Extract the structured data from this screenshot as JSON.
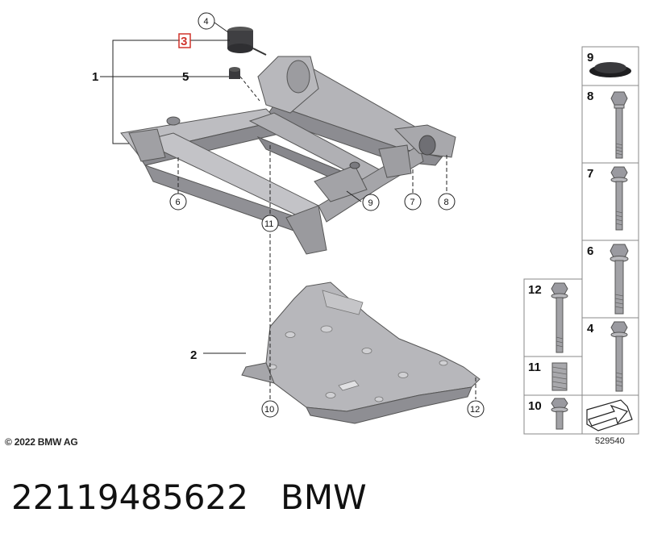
{
  "diagram": {
    "callouts": {
      "c1": "1",
      "c2": "2",
      "c3": "3",
      "c4": "4",
      "c5": "5",
      "c6": "6",
      "c7": "7",
      "c8": "8",
      "c9": "9",
      "c10": "10",
      "c11": "11",
      "c12": "12"
    },
    "side_parts": {
      "p9": "9",
      "p8": "8",
      "p7": "7",
      "p6": "6",
      "p4": "4",
      "p12": "12",
      "p11": "11",
      "p10": "10"
    },
    "reference_number": "529540",
    "copyright": "© 2022 BMW AG"
  },
  "caption": {
    "part_number": "22119485622",
    "brand": "BMW"
  },
  "colors": {
    "metal": "#a9a9ad",
    "metal_dark": "#7f7f84",
    "metal_light": "#c9c9cc",
    "highlight_box": "#d0342c"
  }
}
